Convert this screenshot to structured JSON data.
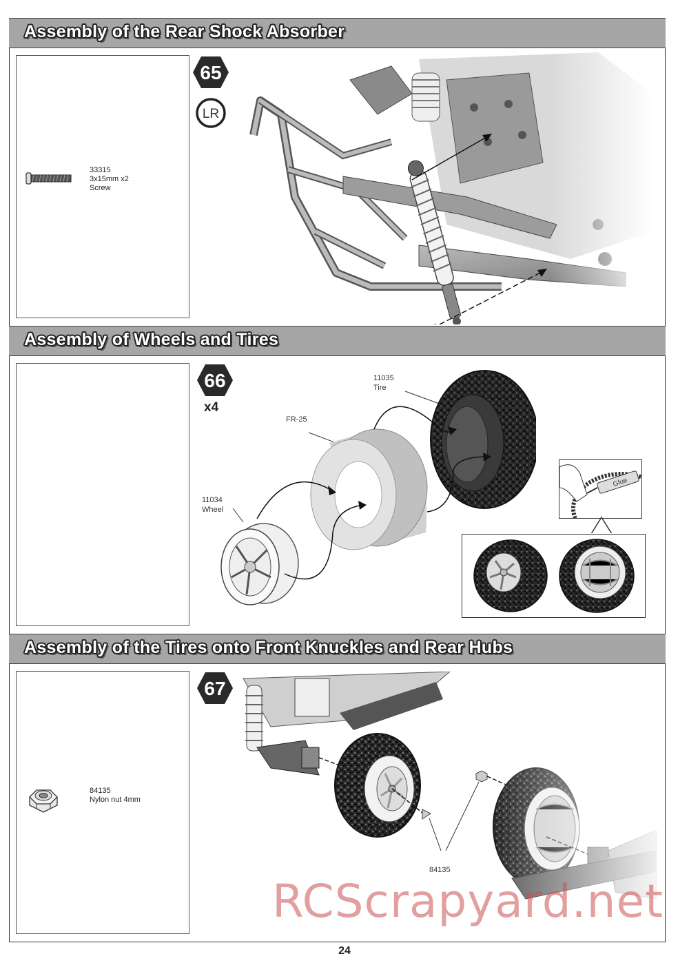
{
  "sections": [
    {
      "title": "Assembly of the Rear Shock  Absorber",
      "step": "65",
      "side_badge": "LR",
      "part": {
        "number": "33315",
        "desc": "3x15mm x2",
        "name": "Screw"
      }
    },
    {
      "title": "Assembly of Wheels and Tires",
      "step": "66",
      "multiplier": "x4",
      "labels": {
        "tire_number": "11035",
        "tire_name": "Tire",
        "insert": "FR-25",
        "wheel_number": "11034",
        "wheel_name": "Wheel",
        "glue": "Glue"
      }
    },
    {
      "title": "Assembly of the Tires onto Front Knuckles  and  Rear Hubs",
      "step": "67",
      "part": {
        "number": "84135",
        "desc": "Nylon nut 4mm"
      },
      "callout": "84135"
    }
  ],
  "page_number": "24",
  "watermark": "RCScrapyard.net"
}
